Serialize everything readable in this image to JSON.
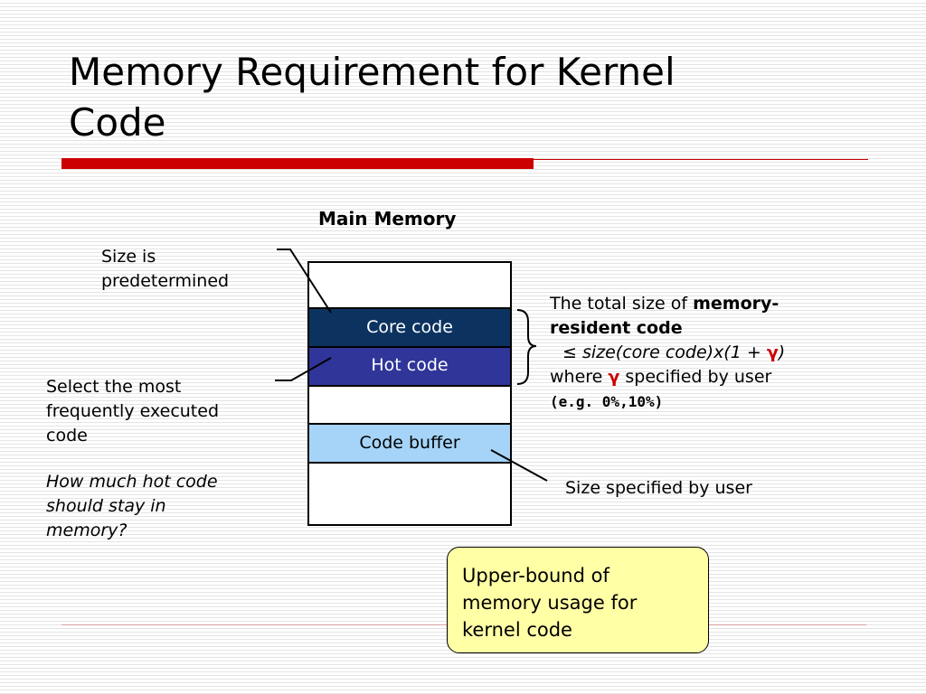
{
  "title": {
    "line1": "Memory Requirement for Kernel",
    "line2": "Code"
  },
  "diagram": {
    "main_memory_label": "Main Memory",
    "segments": {
      "core": "Core code",
      "hot": "Hot code",
      "buffer": "Code buffer"
    },
    "size_predetermined": [
      "Size is",
      "predetermined"
    ],
    "select_hot": [
      "Select the most",
      "frequently executed",
      "code"
    ],
    "question": [
      "How much hot code",
      "should stay in",
      "memory?"
    ],
    "total_size": {
      "prefix": "The total size of ",
      "bold1": "memory-",
      "bold2": "resident code",
      "formula_le": "≤ ",
      "formula_main": "size(core code)x(1 + ",
      "gamma": "γ",
      "formula_end": ")",
      "where": "where ",
      "where_end": " specified by user",
      "example": "(e.g. 0%,10%)"
    },
    "size_by_user": "Size specified by user",
    "note": [
      "Upper-bound of",
      "memory usage for",
      "kernel code"
    ]
  },
  "colors": {
    "accent_red": "#cc0000",
    "core_fill": "#0c3360",
    "hot_fill": "#2f3599",
    "buffer_fill": "#a6d4f8",
    "note_fill": "#ffffa6"
  }
}
